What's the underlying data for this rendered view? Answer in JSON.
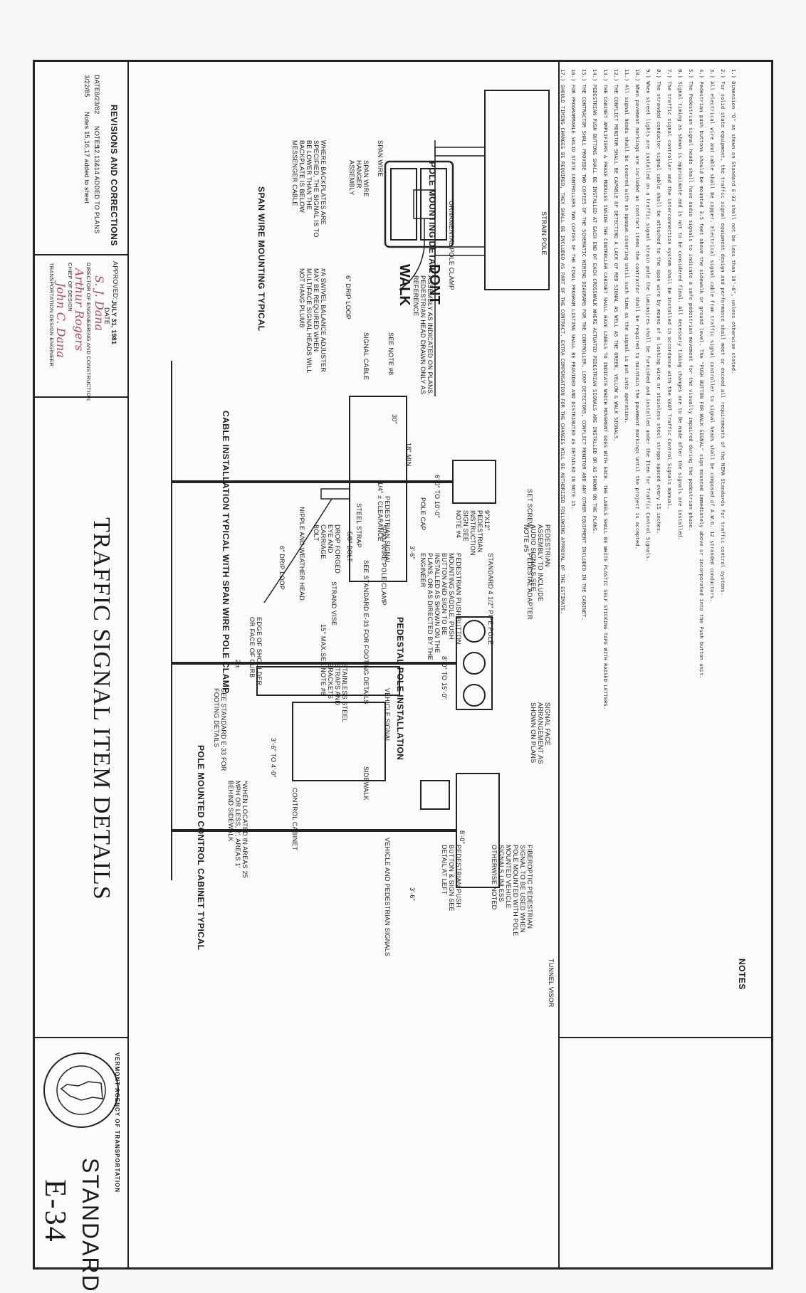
{
  "title_block": {
    "title": "TRAFFIC SIGNAL ITEM DETAILS",
    "standard_label": "STANDARD",
    "standard_number": "E-34",
    "agency": "VERMONT AGENCY OF TRANSPORTATION"
  },
  "revisions": {
    "heading": "REVISIONS AND CORRECTIONS",
    "date_label": "DATE",
    "notes_label": "NOTES",
    "rows": [
      {
        "date": "8/23/82",
        "note": "12,13&14 ADDED TO PLANS"
      },
      {
        "date": "3/22/85",
        "note": "Notes 15,16,17   added to sheet"
      }
    ]
  },
  "approval": {
    "approved_label": "APPROVED:",
    "date_value": "JULY 31, 1981",
    "date_label": "DATE",
    "signature_1": "S. J. Dana",
    "title_1": "DIRECTOR OF ENGINEERING AND CONSTRUCTION",
    "signature_2": "Arthur Rogers",
    "title_2": "CHIEF OF DESIGN",
    "signature_3": "John C. Dana",
    "title_3": "TRANSPORTATION DESIGN ENGINEER"
  },
  "details": {
    "pole_mounting": {
      "caption": "POLE MOUNTING DETAIL",
      "strain_pole": "STRAIN POLE",
      "clamp": "ORNAMENTAL POLE CLAMP",
      "assembly_note": "ASSEMBLY AS INDICATED ON PLANS. PEDESTRIAN HEAD DRAWN ONLY AS REFERENCE",
      "sign_dont": "DONT",
      "sign_walk": "WALK"
    },
    "span_wire": {
      "caption": "SPAN WIRE MOUNTING TYPICAL",
      "span_wire": "SPAN WIRE",
      "hanger": "SPAN WIRE HANGER ASSEMBLY",
      "see_note_8": "SEE NOTE #8",
      "signal_cable": "SIGNAL CABLE",
      "drip_loop": "6\" DRIP LOOP",
      "note_a": "WHERE BACKPLATES ARE SPECIFIED, THE SIGNAL IS TO BE LOWER THAN THE BACKPLATE IS BELOW MESSENGER CABLE",
      "note_b": "#A SWIVEL BALANCE ADJUSTER MAY BE REQUIRED WHEN MULTIFACE SIGNAL HEADS WILL NOT HANG PLUMB"
    },
    "cable_install": {
      "caption": "CABLE INSTALLATION TYPICAL WITH SPAN WIRE POLE CLAMP",
      "pole_cap": "POLE CAP",
      "clearance": "1/4\" ± CLEARANCE",
      "span_clamp": "SPAN WIRE POLE CLAMP",
      "bolt": "5/8\" BOLT",
      "steel_strap": "STEEL STRAP",
      "drop_forged": "DROP FORGED EYE AND CARRIAGE BOLT",
      "strand_vise": "STRAND VISE",
      "nipple": "NIPPLE AND WEATHER HEAD",
      "drip_loop": "6\" DRIP LOOP",
      "max": "15° MAX.",
      "see_note_8": "SEE NOTE #8",
      "dim_18": "18\" MIN.",
      "dim_30": "30\""
    },
    "pedestal_pole": {
      "caption": "PEDESTAL POLE INSTALLATION",
      "ped_signal": "PEDESTRIAN SIGNAL",
      "vehicle_signal": "VEHICLE SIGNAL",
      "veh_ped_signals": "VEHICLE AND PEDESTRIAN SIGNALS",
      "set_screw": "SET SCREW",
      "pedestal_adapter": "PEDESTAL ADAPTER",
      "pipe_pole": "STANDARD 4 1/2\" PIPE POLE",
      "push_button": "PEDESTRIAN PUSH BUTTON MOUNTING SADDLE, PUSH BUTTON AND SIGN TO BE INSTALLED AS SHOWN ON THE PLANS, OR AS DIRECTED BY THE ENGINEER",
      "instr_sign": "9\"X12\" PEDESTRIAN INSTRUCTION SIGN SEE NOTE #4",
      "ped_assembly": "PEDESTRIAN ASSEMBLY TO INCLUDE AUDIO SIGNALS SEE NOTE #5",
      "face_arrangement": "SIGNAL FACE ARRANGEMENT AS SHOWN ON PLANS",
      "fiberoptic": "FIBEROPTIC PEDESTRIAN SIGNAL TO BE USED WHEN POLE MOUNTED WITH POLE MOUNTED VEHICLE SIGNALS UNLESS OTHERWISE NOTED",
      "tunnel_visor": "TUNNEL VISOR",
      "push_detail": "PEDESTRIAN PUSH BUTTON & SIGN SEE DETAIL AT LEFT",
      "footing": "SEE STANDARD E-33 FOR FOOTING DETAILS",
      "sidewalk": "SIDEWALK",
      "dim_a": "6'-0\" TO 10'-0\"",
      "dim_b": "8'-0\" TO 15'-0\"",
      "dim_c": "8'-0\"",
      "dim_d": "3'-6\"",
      "dim_e": "3'-6\""
    },
    "cabinet": {
      "caption": "POLE MOUNTED CONTROL CABINET TYPICAL",
      "control_cabinet": "CONTROL CABINET",
      "stainless": "STAINLESS STEEL STRAPS AND BRACKETS",
      "edge": "EDGE OF SHOULDER OR FACE OF CURB",
      "footing": "SEE STANDARD E-33 FOR FOOTING DETAILS",
      "dim_2": "2'±",
      "dim_34": "3'-6\" TO 4'-0\"",
      "note": "*WHEN LOCATED IN AREAS 25 MPH OR LESS, 2', AREAS 1' BEHIND SIDEWALK"
    }
  },
  "notes": {
    "heading": "NOTES",
    "items": [
      "1.) Dimension \"D\" as shown on Standard E-33 shall not be less than 10'-6\", unless otherwise stated.",
      "2.) For solid state equipment, the traffic signal equipment design and performance shall meet or exceed all requirements of the NEMA Standards for traffic control systems.",
      "3.) All electrical wire and cable shall be copper. Electrical signal cable from traffic signal controller to signal heads shall be composed of A.W.G. 12 stranded conductors.",
      "4.) Pedestrian push buttons should be mounted 3.5 feet above the sidewalk or ground level. The \"PUSH BUTTON FOR WALK SIGNAL\" sign mounted immediately above or incorporated into the Push button unit.",
      "5.) The Pedestrian signal heads shall have audio signals to indicate a safe pedestrian movement for the visually impaired during the pedestrian phase.",
      "6.) Signal timing as shown is approximate and is not to be considered final. All necessary timing changes are to be made after the signals are installed.",
      "7.) The traffic signal controller and the interconnection system shall be installed in accordance with the VAOT Traffic Control Signals manual.",
      "8.) The stranded conductor signal cable shall be attached to the span wire by means of a lashing wire or stainless steel straps spaced every 15 inches.",
      "9.) When street lights are installed on a traffic signal strain pole the luminaires shall be furnished and installed under the Item for Traffic Control Signals.",
      "10.) When pavement markings are included as contract items the contractor shall be required to maintain the pavement markings until the project is accepted.",
      "11.) All signal heads shall be covered with an opaque covering until such time as the signal is put into operation.",
      "12.) THE CONFLICT MONITOR SHALL BE CAPABLE OF DETECTING A LACK OF RED SIGNAL AS WELL AS THE GREEN, YELLOW & WALK SIGNALS.",
      "13.) THE CABINET AMPLIFIERS & PHASE MODULES INSIDE THE CONTROLLER CABINET SHALL HAVE LABELS TO INDICATE WHICH MOVEMENT GOES WITH EACH. THE LABELS SHALL BE WHITE PLASTIC SELF STICKING TAPE WITH RAISED LETTERS.",
      "14.) PEDESTRIAN PUSH BUTTONS SHALL BE INSTALLED AT EACH END OF EACH CROSSWALK WHERE ACTUATED PEDESTRIAN SIGNALS ARE INSTALLED OR AS SHOWN ON THE PLANS.",
      "15.) THE CONTRACTOR SHALL PROVIDE TWO COPIES OF THE SCHEMATIC WIRING DIAGRAMS FOR THE CONTROLLER, LOOP DETECTORS, CONFLICT MONITOR AND ANY OTHER EQUIPMENT INCLUDED IN THE CABINET.",
      "16.) FOR PROGRAMMABLE SOLID STATE CONTROLLERS TWO COPIES OF THE FINAL PROGRAM LISTING SHALL BE PROVIDED AND DISTRIBUTED AS DETAILED IN NOTE 15.",
      "17.) SHOULD TIMING CHANGES BE REQUIRED, THEY SHALL BE INCLUDED AS PART OF THE CONTRACT. EXTRA COMPENSATION FOR THE CHANGES WILL BE AUTHORIZED FOLLOWING APPROVAL OF THE ESTIMATE."
    ]
  }
}
